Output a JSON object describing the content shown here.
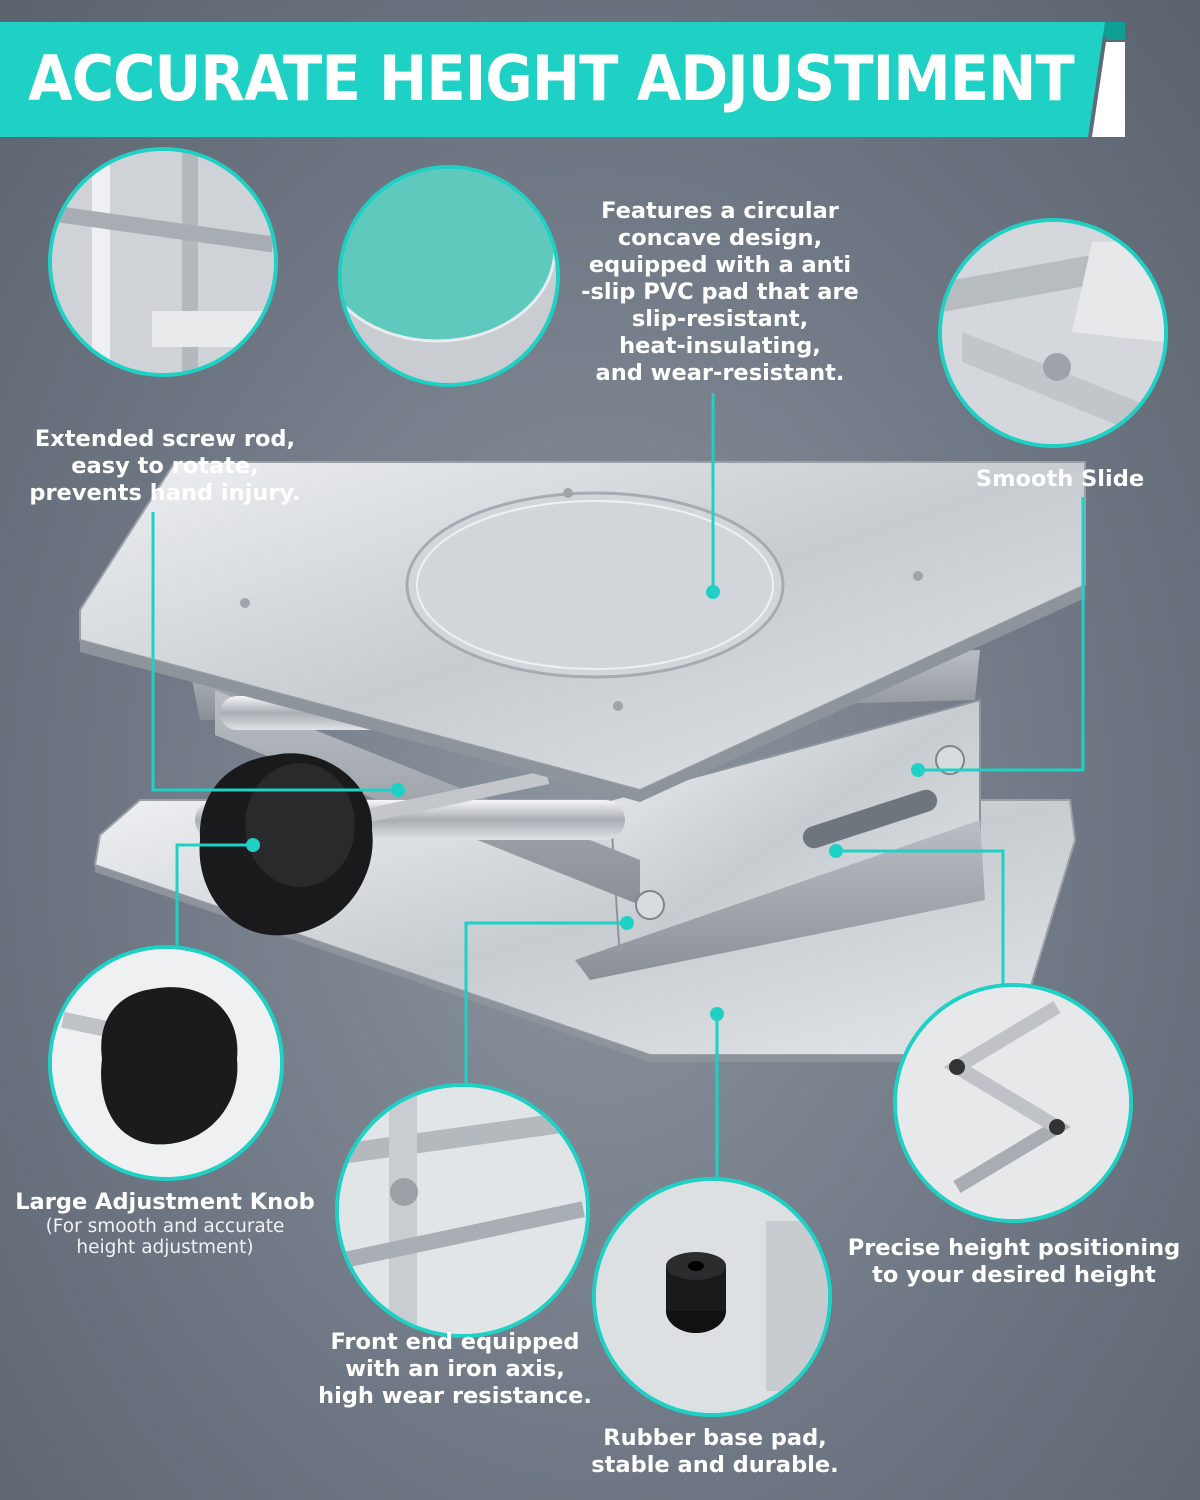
{
  "banner": {
    "title": "ACCURATE HEIGHT ADJUSTIMENT"
  },
  "colors": {
    "accent": "#1ed1c4",
    "accent_dark": "#0f9f95",
    "background": "#6f7884"
  },
  "callouts": {
    "pad": {
      "lines": [
        "Features a circular",
        "concave design,",
        "equipped with a anti",
        "-slip PVC pad that are",
        "slip-resistant,",
        "heat-insulating,",
        "and wear-resistant."
      ]
    },
    "screw": {
      "lines": [
        "Extended screw rod,",
        "easy to rotate,",
        "prevents hand injury."
      ]
    },
    "slide": {
      "lines": [
        "Smooth Slide"
      ]
    },
    "knob": {
      "title": "Large Adjustment Knob",
      "sub": [
        "(For smooth and accurate",
        "height adjustment)"
      ]
    },
    "positioning": {
      "lines": [
        "Precise height positioning",
        "to your desired height"
      ]
    },
    "axis": {
      "lines": [
        "Front end equipped",
        "with an iron axis,",
        "high wear resistance."
      ]
    },
    "rubber": {
      "lines": [
        "Rubber base pad,",
        "stable and durable."
      ]
    }
  }
}
